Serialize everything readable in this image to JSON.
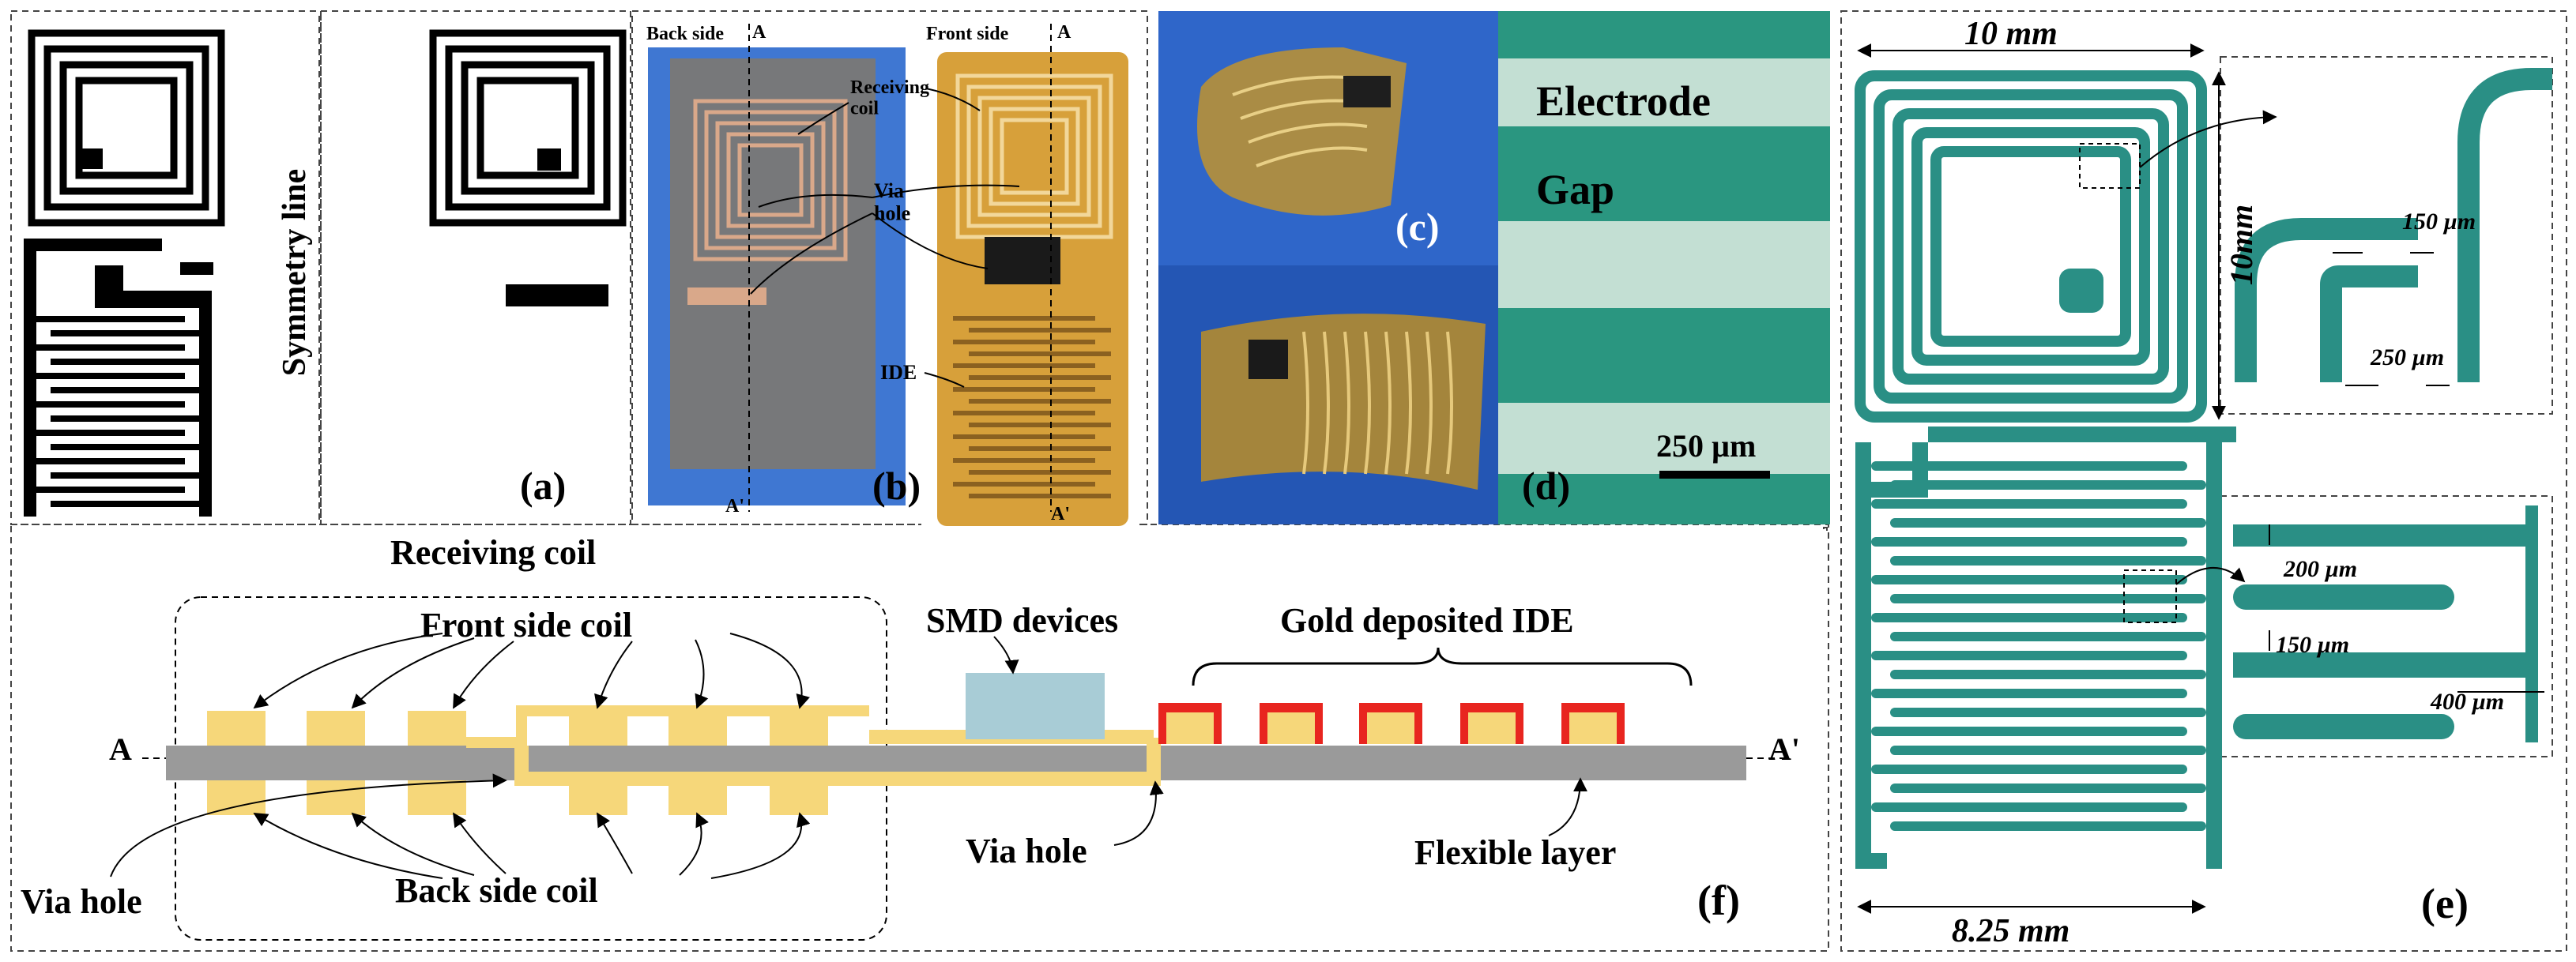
{
  "panels": {
    "a": {
      "tag": "(a)",
      "symmetry_line": "Symmetry line"
    },
    "b": {
      "tag": "(b)",
      "back_side": "Back side",
      "front_side": "Front side",
      "section_a": "A",
      "section_a_prime": "A'",
      "receiving_coil": "Receiving\ncoil",
      "via_hole": "Via\nhole",
      "ide": "IDE"
    },
    "c": {
      "tag": "(c)"
    },
    "d": {
      "tag": "(d)",
      "electrode": "Electrode",
      "gap": "Gap",
      "scale_bar": "250 µm"
    },
    "e": {
      "tag": "(e)",
      "width": "10 mm",
      "height": "10mm",
      "ide_width": "8.25 mm",
      "d150a": "150 µm",
      "d250": "250 µm",
      "d200": "200 µm",
      "d150b": "150 µm",
      "d400": "400 µm"
    },
    "f": {
      "tag": "(f)",
      "receiving_coil": "Receiving coil",
      "front_side_coil": "Front side coil",
      "back_side_coil": "Back side coil",
      "smd_devices": "SMD devices",
      "gold_ide": "Gold deposited IDE",
      "via_hole_left": "Via hole",
      "via_hole_mid": "Via hole",
      "flexible_layer": "Flexible layer",
      "a": "A",
      "a_prime": "A'"
    }
  },
  "colors": {
    "teal": "#2a8f85",
    "gold": "#f6d77a",
    "red": "#e8251f",
    "grey": "#9a9a9a",
    "smd": "#a8ccd6",
    "photo_blue": "#2f66c9",
    "photo_copper": "#c6a040",
    "microscope_green": "#2a9680",
    "microscope_gap": "#c3dfd3"
  }
}
